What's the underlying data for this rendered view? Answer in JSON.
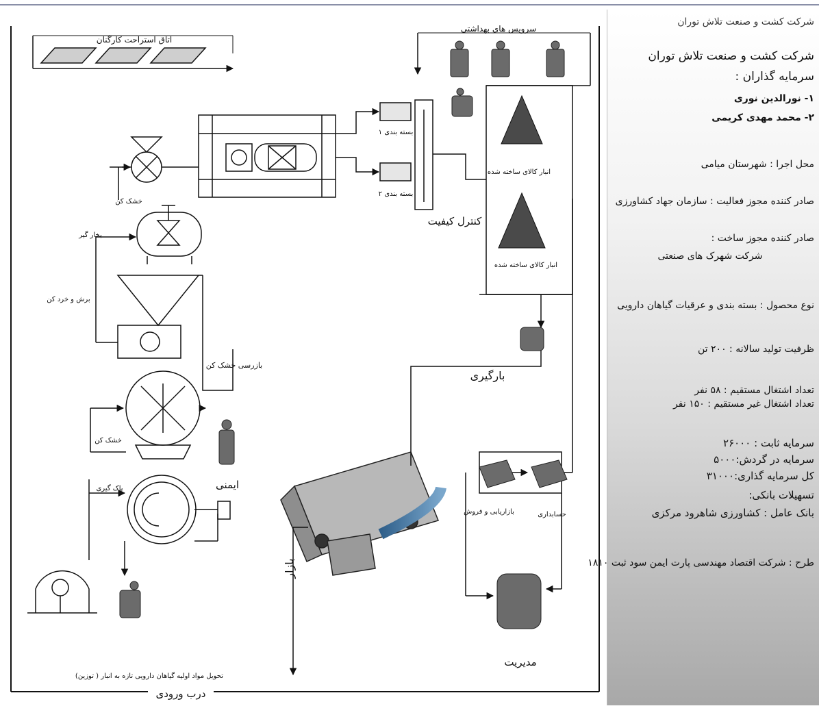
{
  "header": {
    "clipped_title": "شرکت کشت و صنعت تلاش توران"
  },
  "labels": {
    "rest_room": "اتاق استراحت کارگنان",
    "sanitary": "سرویس های بهداشتی",
    "pack1": "بسته بندی ۱",
    "pack2": "بسته بندی ۲",
    "warehouse1": "انبار کالای ساخته شده",
    "warehouse2": "انبار کالای ساخته شده",
    "quality_control": "کنترل کیفیت",
    "dryer_top": "خشک کن",
    "steam": "بخار گیر",
    "cutting": "برش و خرد کن",
    "inspection": "بازرسی خشک کن",
    "dryer_mid": "خشک کن",
    "safety": "ایمنی",
    "sorting": "پاک گیری",
    "loading": "بارگیری",
    "market": "بازار",
    "marketing": "بازاریابی و فروش",
    "accounting": "حسابداری",
    "management": "مدیریت",
    "delivery": "تحویل مواد اولیه گیاهان دارویی تازه به انبار ( توزین)",
    "entrance": "درب ورودی"
  },
  "panel": {
    "company": "شرکت کشت و صنعت تلاش توران",
    "investors_title": "سرمایه گذاران :",
    "investor1": "۱- نورالدین نوری",
    "investor2": "۲- محمد مهدی کریمی",
    "location": "محل اجرا : شهرستان میامی",
    "activity_permit": "صادر کننده مجوز فعالیت : سازمان جهاد کشاورزی",
    "construction_permit_title": "صادر کننده مجوز ساخت :",
    "construction_permit": "شرکت شهرک های صنعتی",
    "product": "نوع محصول : بسته بندی و عرقیات گیاهان دارویی",
    "capacity": "ظرفیت تولید سالانه : ۲۰۰ تن",
    "direct_jobs": "تعداد اشتغال مستقیم : ۵۸ نفر",
    "indirect_jobs": "تعداد اشتغال غیر مستقیم : ۱۵۰ نفر",
    "fixed_capital": "سرمایه ثابت : ۲۶۰۰۰",
    "working_capital": "سرمایه در گردش:۵۰۰۰",
    "total_investment": "کل سرمایه گذاری:۳۱۰۰۰",
    "bank_facilities": "تسهیلات بانکی:",
    "bank": "بانک عامل : کشاورزی شاهرود مرکزی",
    "design": "طرح : شرکت اقتصاد مهندسی پارت ایمن سود ثبت ۱۸۱۰"
  }
}
